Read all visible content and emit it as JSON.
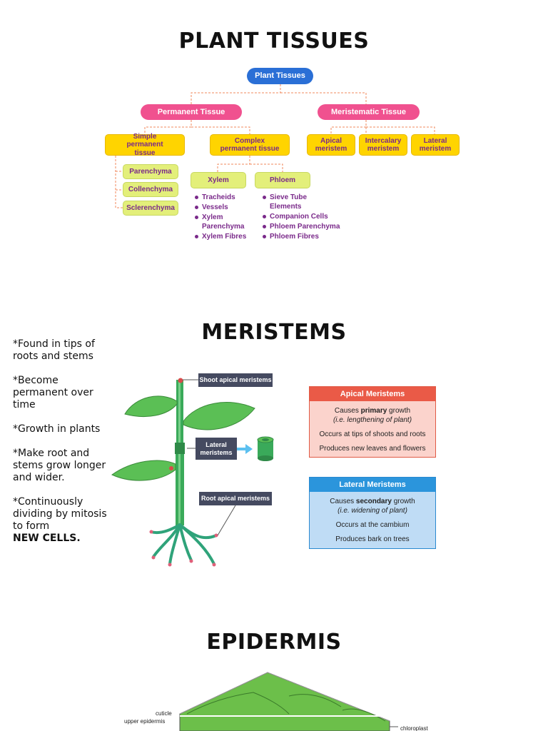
{
  "titles": {
    "plant_tissues": "PLANT TISSUES",
    "meristems": "MERISTEMS",
    "epidermis": "EPIDERMIS"
  },
  "tree": {
    "root": "Plant Tissues",
    "permanent": "Permanent Tissue",
    "meristematic": "Meristematic Tissue",
    "simple": "Simple permanent tissue",
    "complex": "Complex permanent tissue",
    "apical": "Apical meristem",
    "intercalary": "Intercalary meristem",
    "lateral": "Lateral meristem",
    "parenchyma": "Parenchyma",
    "collenchyma": "Collenchyma",
    "sclerenchyma": "Sclerenchyma",
    "xylem": "Xylem",
    "phloem": "Phloem",
    "xylem_items": [
      "Tracheids",
      "Vessels",
      "Xylem Parenchyma",
      "Xylem Fibres"
    ],
    "phloem_items": [
      "Sieve Tube Elements",
      "Companion Cells",
      "Phloem Parenchyma",
      "Phloem Fibres"
    ]
  },
  "notes": [
    "*Found in tips of roots and stems",
    "*Become permanent over time",
    "*Growth in plants",
    "*Make root and stems grow longer and wider.",
    "*Continuously dividing by mitosis to form"
  ],
  "notes_emphasis": "NEW CELLS.",
  "diagram": {
    "shoot_label": "Shoot apical meristems",
    "lateral_label": "Lateral meristems",
    "root_label": "Root apical meristems"
  },
  "apical_box": {
    "title": "Apical Meristems",
    "line1_pre": "Causes ",
    "line1_bold": "primary",
    "line1_post": " growth",
    "line2": "(i.e. lengthening of plant)",
    "line3": "Occurs at tips of shoots and roots",
    "line4": "Produces new leaves and flowers"
  },
  "lateral_box": {
    "title": "Lateral Meristems",
    "line1_pre": "Causes ",
    "line1_bold": "secondary",
    "line1_post": " growth",
    "line2": "(i.e. widening of plant)",
    "line3": "Occurs at the cambium",
    "line4": "Produces bark on trees"
  },
  "epidermis": {
    "cuticle": "cuticle",
    "upper_epidermis": "upper epidermis",
    "chloroplast": "chloroplast"
  },
  "colors": {
    "pill_blue": "#2a6fd6",
    "pill_pink": "#f0518f",
    "box_yellow": "#ffd400",
    "box_green": "#e3ef7a",
    "stem_green": "#3aaa5a",
    "apical_red": "#ea5a47",
    "lateral_blue": "#2b95dc"
  }
}
